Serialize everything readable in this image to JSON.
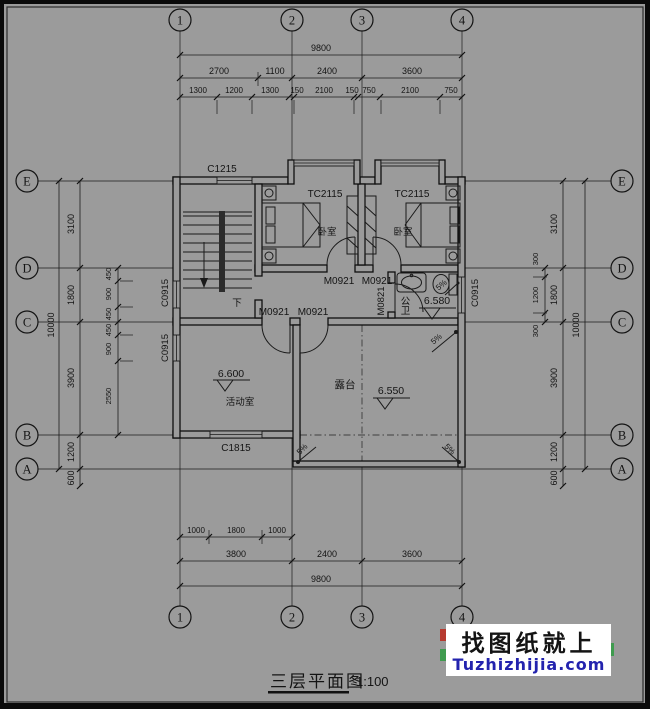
{
  "title": {
    "name": "三层平面图",
    "scale": "1:100"
  },
  "watermark": {
    "line1": "找图纸就上",
    "line2": "Tuzhizhijia.com",
    "accent_blue": "#2323ae"
  },
  "colors": {
    "paper": "#9b9b9b",
    "ink": "#141414"
  },
  "grid": {
    "cols": [
      "1",
      "2",
      "3",
      "4"
    ],
    "rows": [
      "E",
      "D",
      "C",
      "B",
      "A"
    ]
  },
  "dims": {
    "top": {
      "overall": "9800",
      "spans": [
        "2700",
        "1100",
        "2400",
        "3600"
      ],
      "detail": [
        "1300",
        "1200",
        "1300",
        "150",
        "2100",
        "150",
        "750",
        "2100",
        "750"
      ]
    },
    "bottom": {
      "overall": "9800",
      "spans": [
        "3800",
        "2400",
        "3600"
      ],
      "detail": [
        "1000",
        "1800",
        "1000"
      ]
    },
    "left": {
      "overall": "10000",
      "spans": [
        "3100",
        "1800",
        "3900",
        "1200",
        "600"
      ],
      "detail": [
        "450",
        "900",
        "450",
        "450",
        "900",
        "2550"
      ]
    },
    "right": {
      "overall": "10000",
      "spans": [
        "3100",
        "1800",
        "3900",
        "1200",
        "600"
      ],
      "detail": [
        "300",
        "1200",
        "300"
      ]
    }
  },
  "labels": {
    "window_c1215": "C1215",
    "window_tc2115": "TC2115",
    "window_c0915": "C0915",
    "window_c1815": "C1815",
    "door_m0921": "M0921",
    "door_m0821": "M0821",
    "room_bedroom": "卧室",
    "room_bath": "公卫",
    "room_activity": "活动室",
    "room_terrace": "露台",
    "stair_down": "下",
    "level_activity": "6.600",
    "level_terrace": "6.550",
    "level_bath": "6.580",
    "slope": "5%"
  }
}
